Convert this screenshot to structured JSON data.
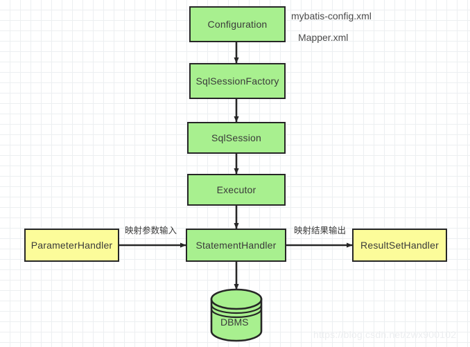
{
  "diagram": {
    "title": "MyBatis architecture flow",
    "colors": {
      "node_green": "#a8f08f",
      "node_yellow": "#fcfc9a",
      "stroke": "#262626",
      "text": "#3a3a3a",
      "grid_minor": "#eceff1",
      "grid_major": "#dfe3e6",
      "watermark": "#eceef0"
    },
    "nodes": [
      {
        "id": "configuration",
        "label": "Configuration",
        "shape": "rect",
        "fill": "green"
      },
      {
        "id": "sqlsessionfactory",
        "label": "SqlSessionFactory",
        "shape": "rect",
        "fill": "green"
      },
      {
        "id": "sqlsession",
        "label": "SqlSession",
        "shape": "rect",
        "fill": "green"
      },
      {
        "id": "executor",
        "label": "Executor",
        "shape": "rect",
        "fill": "green"
      },
      {
        "id": "parameterhandler",
        "label": "ParameterHandler",
        "shape": "rect",
        "fill": "yellow"
      },
      {
        "id": "statementhandler",
        "label": "StatementHandler",
        "shape": "rect",
        "fill": "green"
      },
      {
        "id": "resultsethandler",
        "label": "ResultSetHandler",
        "shape": "rect",
        "fill": "yellow"
      },
      {
        "id": "dbms",
        "label": "DBMS",
        "shape": "cylinder",
        "fill": "green"
      }
    ],
    "edges": [
      {
        "from": "configuration",
        "to": "sqlsessionfactory",
        "label": ""
      },
      {
        "from": "sqlsessionfactory",
        "to": "sqlsession",
        "label": ""
      },
      {
        "from": "sqlsession",
        "to": "executor",
        "label": ""
      },
      {
        "from": "executor",
        "to": "statementhandler",
        "label": ""
      },
      {
        "from": "parameterhandler",
        "to": "statementhandler",
        "label": "映射参数输入"
      },
      {
        "from": "statementhandler",
        "to": "resultsethandler",
        "label": "映射结果输出"
      },
      {
        "from": "statementhandler",
        "to": "dbms",
        "label": ""
      }
    ],
    "side_labels": [
      {
        "id": "mybatis-config",
        "text": "mybatis-config.xml"
      },
      {
        "id": "mapper-xml",
        "text": "Mapper.xml"
      }
    ],
    "watermark": "https://blog.csdn.net/zwx900102"
  }
}
